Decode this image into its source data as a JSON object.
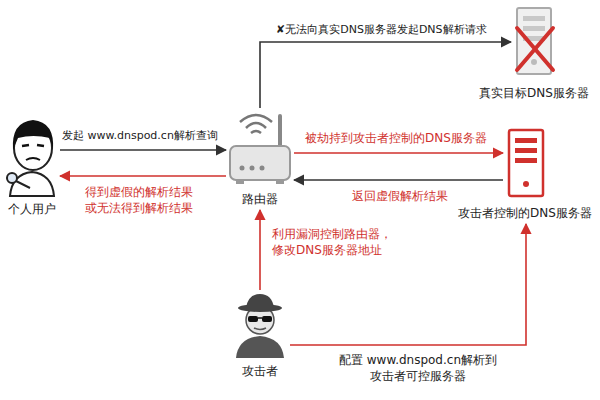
{
  "diagram": {
    "nodes": [
      {
        "text": [
          "个人用户"
        ]
      },
      {
        "text": [
          "路由器"
        ]
      },
      {
        "text": [
          "真实目标DNS服务器"
        ]
      },
      {
        "text": [
          "攻击者控制的DNS服务器"
        ]
      },
      {
        "text": [
          "攻击者"
        ]
      }
    ],
    "edges": [
      {
        "from": 0,
        "to": 1,
        "label": "发起 www.dnspod.cn解析查询",
        "arrow": "to"
      },
      {
        "from": 1,
        "to": 0,
        "label": "得到虚假的解析结果 或无法得到解析结果",
        "arrow": "to"
      },
      {
        "from": 1,
        "to": 2,
        "label": "✘无法向真实DNS服务器发起DNS解析请求",
        "arrow": "to"
      },
      {
        "from": 1,
        "to": 3,
        "label": "被劫持到攻击者控制的DNS服务器",
        "arrow": "to"
      },
      {
        "from": 3,
        "to": 1,
        "label": "返回虚假解析结果",
        "arrow": "to"
      },
      {
        "from": 4,
        "to": 1,
        "label": "利用漏洞控制路由器，修改DNS服务器地址",
        "arrow": "to"
      },
      {
        "from": 4,
        "to": 3,
        "label": "配置 www.dnspod.cn解析到攻击者可控服务器",
        "arrow": "to"
      }
    ]
  }
}
